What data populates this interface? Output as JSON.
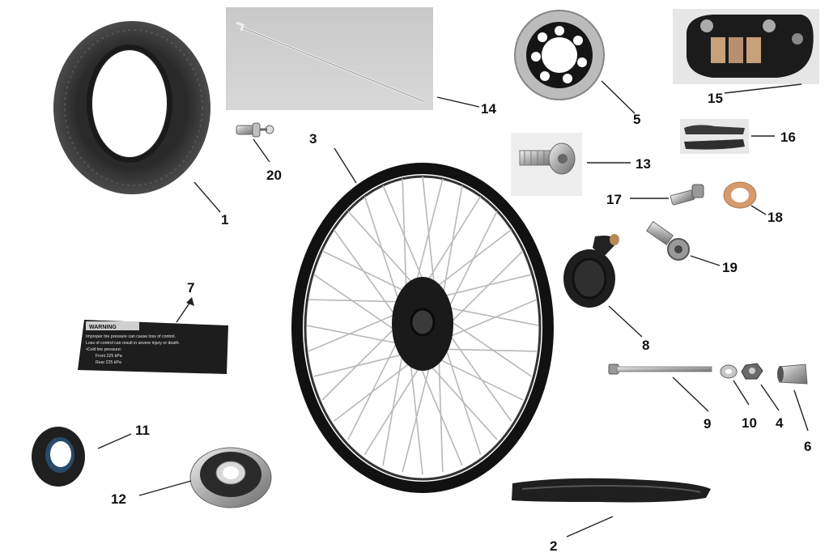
{
  "callouts": {
    "tire": "1",
    "rim_tape": "2",
    "wheel": "3",
    "collar": "4",
    "brake_disc": "5",
    "cap": "6",
    "warning_label": "7",
    "speedo_drive": "8",
    "axle": "9",
    "washer": "10",
    "oil_seal": "11",
    "bearing": "12",
    "disc_bolt": "13",
    "spoke": "14",
    "caliper": "15",
    "brake_pads": "16",
    "caliper_bolt": "17",
    "copper_washer": "18",
    "banjo_bolt": "19",
    "valve": "20"
  },
  "label_text": {
    "heading": "WARNING",
    "line1": "Improper tire pressure can cause loss of control.",
    "line2": "Loss of control can result in severe injury or death.",
    "line3": "•Cold tire pressure:",
    "line4": "Front 225 kPa",
    "line5": "Rear 225 kPa"
  }
}
